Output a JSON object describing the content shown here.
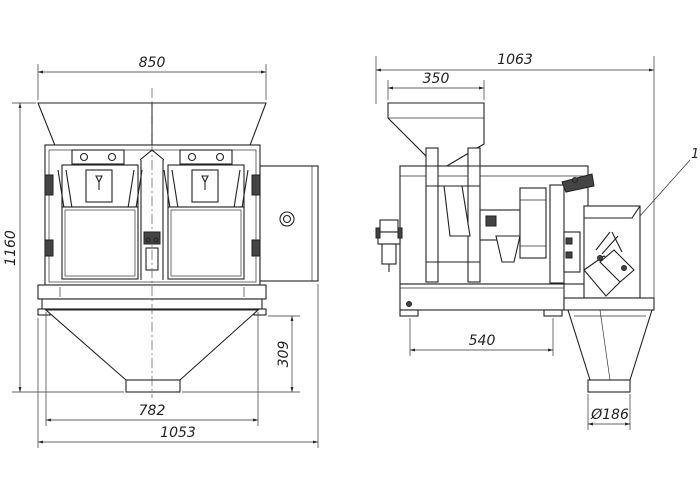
{
  "front_view": {
    "width_top": "850",
    "height_total": "1160",
    "height_lower": "309",
    "width_mid": "782",
    "width_total": "1053"
  },
  "side_view": {
    "length_total": "1063",
    "hopper_width": "350",
    "base_length": "540",
    "outlet_diameter": "Ø186",
    "part_callout": "1"
  }
}
